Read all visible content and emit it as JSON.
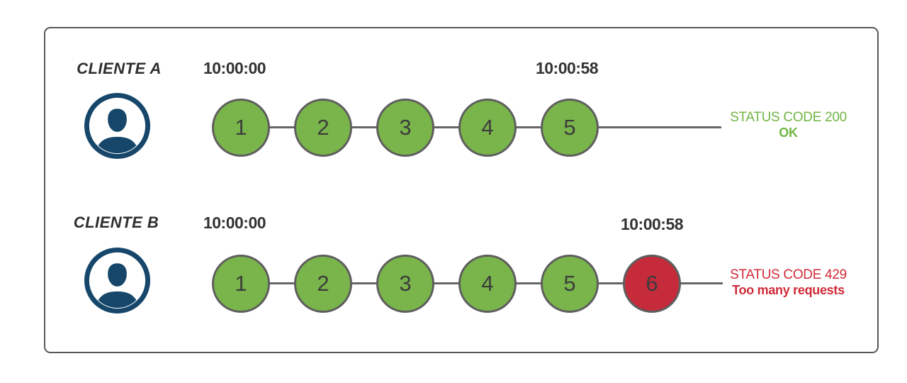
{
  "rows": [
    {
      "client_label": "CLIENTE A",
      "start_time": "10:00:00",
      "end_time": "10:00:58",
      "requests": [
        {
          "label": "1",
          "status": "ok"
        },
        {
          "label": "2",
          "status": "ok"
        },
        {
          "label": "3",
          "status": "ok"
        },
        {
          "label": "4",
          "status": "ok"
        },
        {
          "label": "5",
          "status": "ok"
        }
      ],
      "status": {
        "line1": "STATUS CODE 200",
        "line2": "OK",
        "type": "ok"
      }
    },
    {
      "client_label": "CLIENTE B",
      "start_time": "10:00:00",
      "end_time": "10:00:58",
      "requests": [
        {
          "label": "1",
          "status": "ok"
        },
        {
          "label": "2",
          "status": "ok"
        },
        {
          "label": "3",
          "status": "ok"
        },
        {
          "label": "4",
          "status": "ok"
        },
        {
          "label": "5",
          "status": "ok"
        },
        {
          "label": "6",
          "status": "rate_limited"
        }
      ],
      "status": {
        "line1": "STATUS CODE 429",
        "line2": "Too many requests",
        "type": "rate_limited"
      }
    }
  ],
  "colors": {
    "ok_fill": "#79b54a",
    "rate_limited_fill": "#c52b3a",
    "ok_text": "#72b544",
    "rate_limited_text": "#d02a38",
    "circle_border": "#5e5e5e",
    "timeline_line": "#666666",
    "frame_border": "#58585a",
    "avatar_icon": "#16476a",
    "label_text": "#2e2e2e",
    "timestamp_text": "#333333"
  }
}
